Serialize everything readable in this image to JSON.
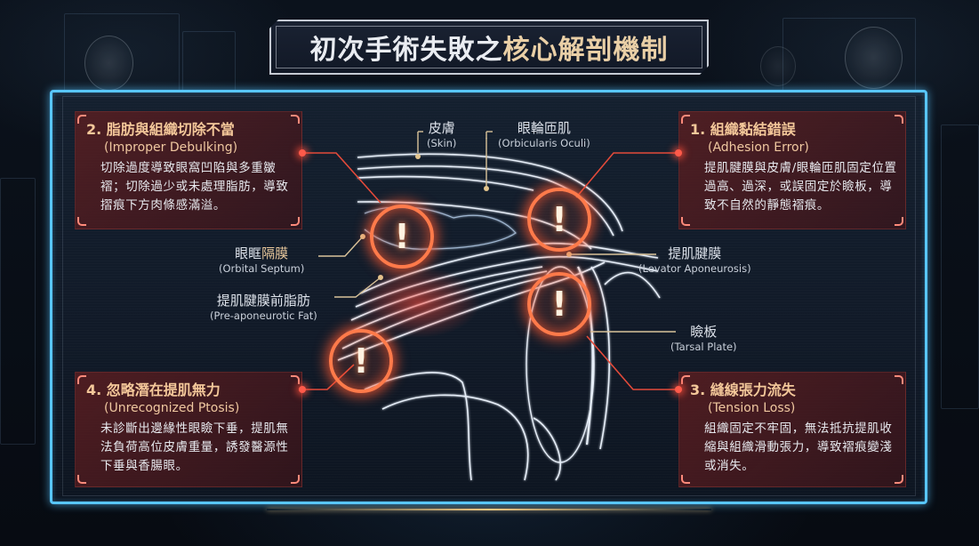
{
  "title": {
    "part1": "初次手術失敗之",
    "part2": "核心解剖機制"
  },
  "cards": [
    {
      "id": "adhesion-error",
      "number": "1.",
      "title_zh": "組織黏結錯誤",
      "title_en": "(Adhesion Error)",
      "body": "提肌腱膜與皮膚/眼輪匝肌固定位置過高、過深，或誤固定於瞼板，導致不自然的靜態褶痕。"
    },
    {
      "id": "improper-debulking",
      "number": "2.",
      "title_zh": "脂肪與組織切除不當",
      "title_en": "(Improper Debulking)",
      "body": "切除過度導致眼窩凹陷與多重皺褶；切除過少或未處理脂肪，導致摺痕下方肉條感滿溢。"
    },
    {
      "id": "tension-loss",
      "number": "3.",
      "title_zh": "縫線張力流失",
      "title_en": "(Tension Loss)",
      "body": "組織固定不牢固，無法抵抗提肌收縮與組織滑動張力，導致褶痕變淺或消失。"
    },
    {
      "id": "unrecognized-ptosis",
      "number": "4.",
      "title_zh": "忽略潛在提肌無力",
      "title_en": "(Unrecognized Ptosis)",
      "body": "未診斷出邊緣性眼瞼下垂，提肌無法負荷高位皮膚重量，誘發醫源性下垂與香腸眼。"
    }
  ],
  "anatomy_labels": {
    "skin": {
      "zh": "皮膚",
      "en": "(Skin)"
    },
    "orbicularis": {
      "zh": "眼輪匝肌",
      "en": "(Orbicularis Oculi)"
    },
    "septum": {
      "zh_a": "眼眶",
      "zh_b": "隔膜",
      "en": "(Orbital Septum)"
    },
    "fat": {
      "zh": "提肌腱膜前脂肪",
      "en": "(Pre-aponeurotic Fat)"
    },
    "levator": {
      "zh": "提肌腱膜",
      "en": "(Levator Aponeurosis)"
    },
    "tarsal": {
      "zh": "瞼板",
      "en": "(Tarsal Plate)"
    }
  },
  "warning_markers": [
    {
      "symbol": "!",
      "refers_to": "2"
    },
    {
      "symbol": "!",
      "refers_to": "1"
    },
    {
      "symbol": "!",
      "refers_to": "3"
    },
    {
      "symbol": "!",
      "refers_to": "4"
    }
  ],
  "colors": {
    "frame": "#58c6ff",
    "warning": "#ff7a4a",
    "card_title": "#f4c89a",
    "title_accent": "#e9cfa6",
    "connector": "#e34a3a",
    "label_line": "#d9c39a"
  }
}
